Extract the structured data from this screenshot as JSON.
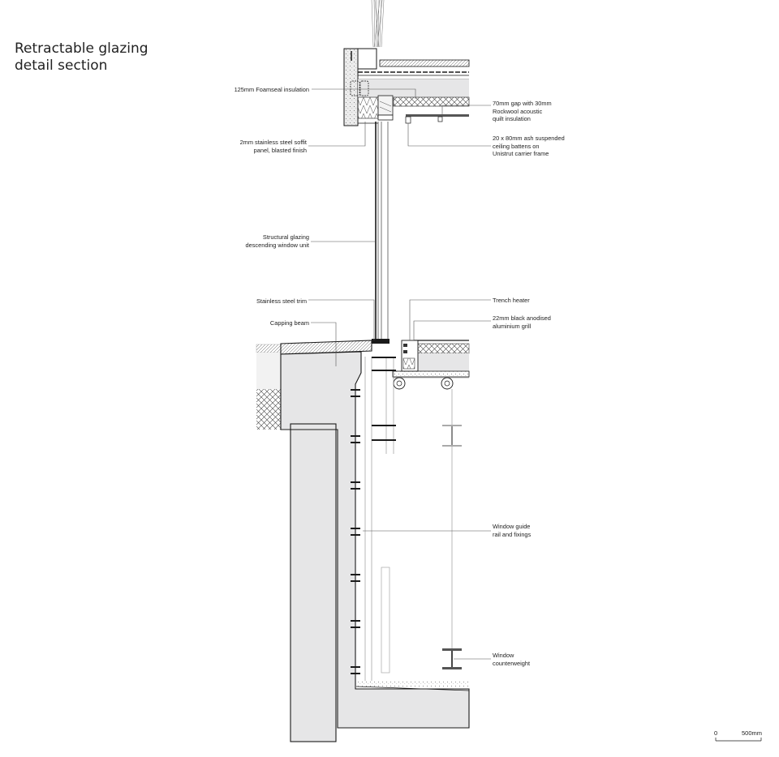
{
  "title": {
    "line1": "Retractable glazing",
    "line2": "detail section"
  },
  "labels": {
    "foamseal": {
      "line1": "125mm Foamseal insulation"
    },
    "soffit": {
      "line1": "2mm stainless steel soffit",
      "line2": "panel, blasted finish"
    },
    "structural_glazing": {
      "line1": "Structural glazing",
      "line2": "descending window unit"
    },
    "steel_trim": {
      "line1": "Stainless steel trim"
    },
    "capping_beam": {
      "line1": "Capping beam"
    },
    "rockwool": {
      "line1": "70mm gap with 30mm",
      "line2": "Rockwool acoustic",
      "line3": "quilt insulation"
    },
    "battens": {
      "line1": "20 x 80mm ash suspended",
      "line2": "ceiling battens on",
      "line3": "Unistrut carrier frame"
    },
    "trench_heater": {
      "line1": "Trench heater"
    },
    "grill": {
      "line1": "22mm black anodised",
      "line2": "aluminium grill"
    },
    "guide_rail": {
      "line1": "Window guide",
      "line2": "rail and fixings"
    },
    "counterweight": {
      "line1": "Window",
      "line2": "counterweight"
    }
  },
  "scale_bar": {
    "start": "0",
    "end": "500mm"
  },
  "colors": {
    "line": "#1a1a1a",
    "fill_grey": "#e6e6e7",
    "leader": "#555555"
  }
}
